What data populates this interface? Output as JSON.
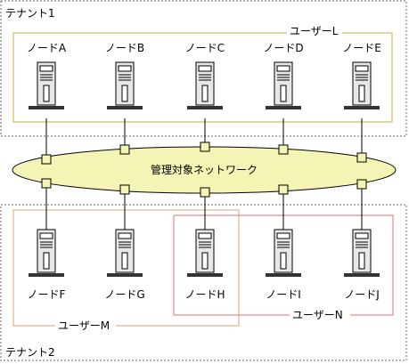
{
  "tenants": {
    "tenant1": "テナント1",
    "tenant2": "テナント2"
  },
  "users": {
    "userL": "ユーザーL",
    "userM": "ユーザーM",
    "userN": "ユーザーN"
  },
  "network": {
    "label": "管理対象ネットワーク"
  },
  "nodes": {
    "a": "ノードA",
    "b": "ノードB",
    "c": "ノードC",
    "d": "ノードD",
    "e": "ノードE",
    "f": "ノードF",
    "g": "ノードG",
    "h": "ノードH",
    "i": "ノードI",
    "j": "ノードJ"
  },
  "colors": {
    "tenant_border": "#666666",
    "user_l": "#c8b040",
    "user_m": "#e0a070",
    "user_n": "#e07070",
    "network_fill": "#f4f4b4",
    "connector_fill": "#f4f4b4"
  }
}
